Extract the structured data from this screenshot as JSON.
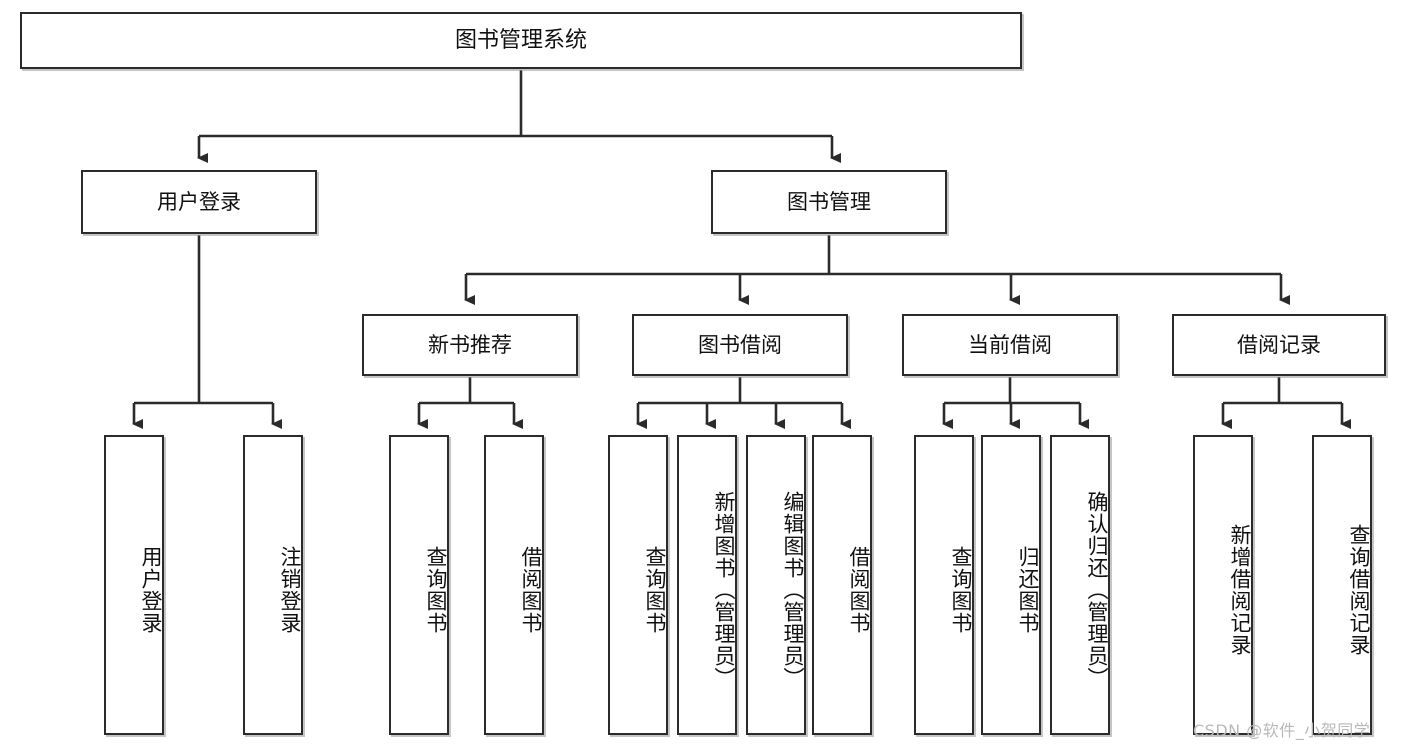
{
  "diagram": {
    "type": "tree-hierarchy-chart",
    "title": "图书管理系统",
    "orientation": "top-down",
    "colors": {
      "box_border": "#2b2b2b",
      "box_fill": "#ffffff",
      "connector": "#2b2b2b",
      "watermark": "#b9b9b9",
      "page_background": "#ffffff"
    },
    "root": {
      "label": "图书管理系统"
    },
    "level1": [
      {
        "label": "用户登录"
      },
      {
        "label": "图书管理"
      }
    ],
    "level2": [
      {
        "label": "新书推荐"
      },
      {
        "label": "图书借阅"
      },
      {
        "label": "当前借阅"
      },
      {
        "label": "借阅记录"
      }
    ],
    "leaves": {
      "user_login": [
        {
          "label": "用户登录"
        },
        {
          "label": "注销登录"
        }
      ],
      "new_book_recommend": [
        {
          "label": "查询图书"
        },
        {
          "label": "借阅图书"
        }
      ],
      "book_borrow": [
        {
          "label": "查询图书"
        },
        {
          "label": "新增图书（管理员）"
        },
        {
          "label": "编辑图书（管理员）"
        },
        {
          "label": "借阅图书"
        }
      ],
      "current_borrow": [
        {
          "label": "查询图书"
        },
        {
          "label": "归还图书"
        },
        {
          "label": "确认归还（管理员）"
        }
      ],
      "borrow_record": [
        {
          "label": "新增借阅记录"
        },
        {
          "label": "查询借阅记录"
        }
      ]
    }
  },
  "watermark": {
    "text": "CSDN @软件_小贺同学"
  }
}
